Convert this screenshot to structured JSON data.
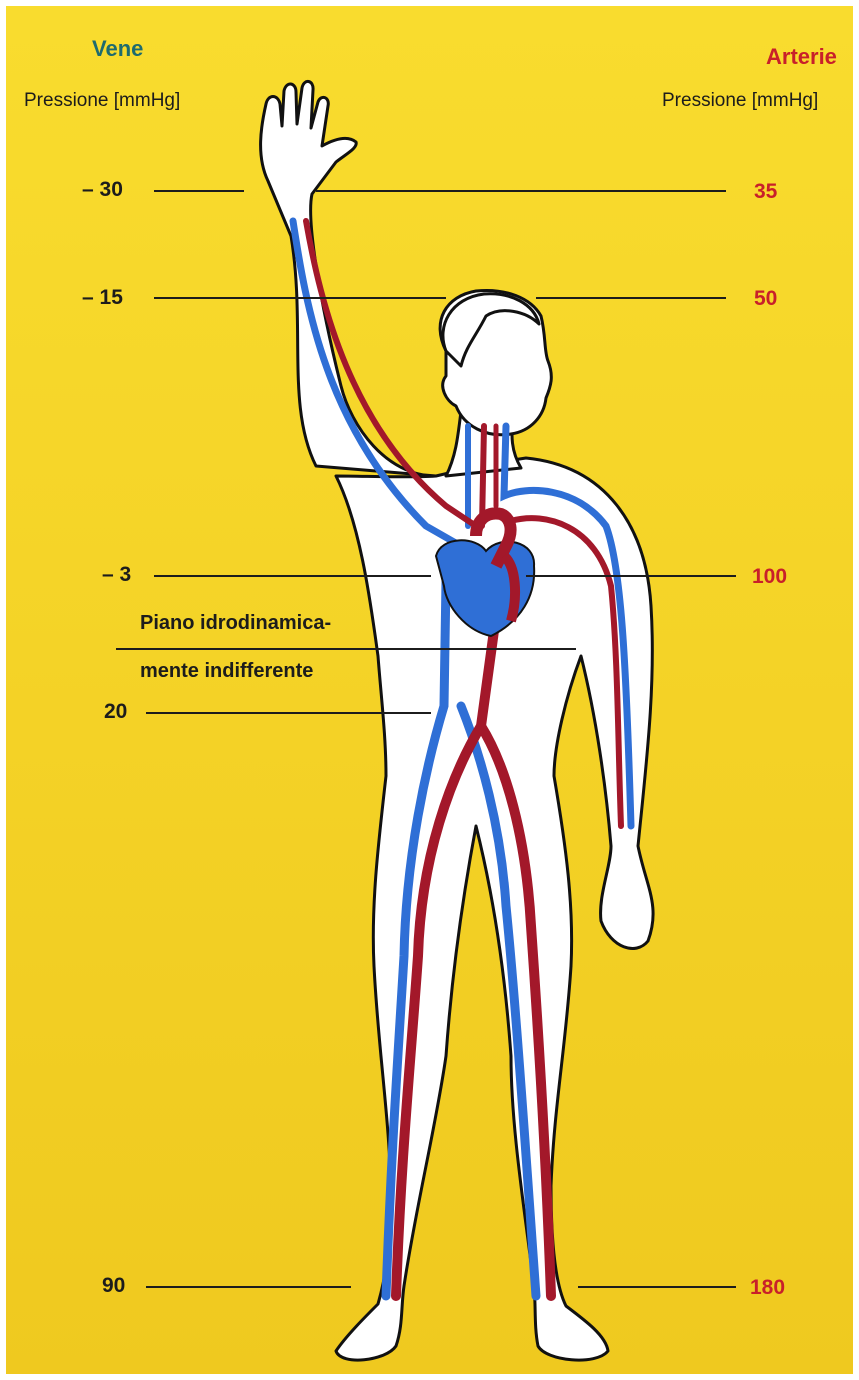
{
  "veins": {
    "heading": "Vene",
    "subheading": "Pressione [mmHg]",
    "color": "#1f6b6e",
    "line_color": "#2f6fd6",
    "pressures": [
      "– 30",
      "– 15",
      "– 3",
      "20",
      "90"
    ]
  },
  "arteries": {
    "heading": "Arterie",
    "subheading": "Pressione [mmHg]",
    "color": "#c8202a",
    "line_color": "#a3182a",
    "pressures": [
      "35",
      "50",
      "100",
      "180"
    ]
  },
  "plane_label": {
    "line1": "Piano idrodinamica-",
    "line2": "mente indifferente"
  },
  "background_color": "#f7d72a",
  "figure_icon": "human-body-circulation"
}
